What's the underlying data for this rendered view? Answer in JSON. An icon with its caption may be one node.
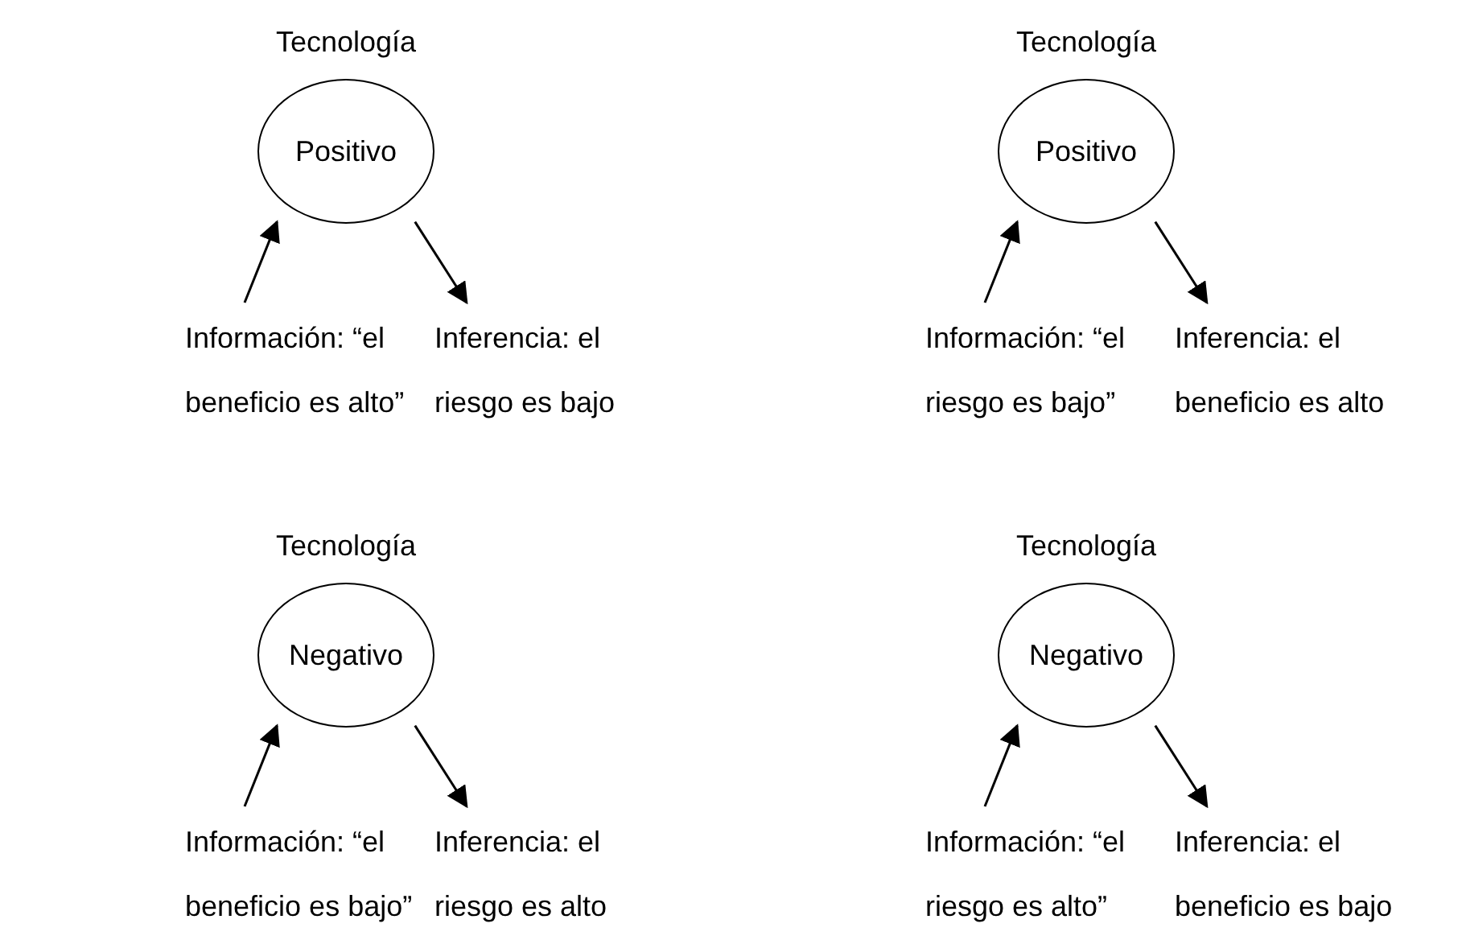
{
  "diagram": {
    "nodes": [
      {
        "text": [
          "Tecnología",
          "Positivo"
        ]
      },
      {
        "text": [
          "Información: “el beneficio es alto”"
        ]
      },
      {
        "text": [
          "Inferencia: el riesgo es bajo"
        ]
      },
      {
        "text": [
          "Tecnología",
          "Positivo"
        ]
      },
      {
        "text": [
          "Información: “el riesgo es bajo”"
        ]
      },
      {
        "text": [
          "Inferencia: el beneficio es alto"
        ]
      },
      {
        "text": [
          "Tecnología",
          "Negativo"
        ]
      },
      {
        "text": [
          "Información: “el beneficio es bajo”"
        ]
      },
      {
        "text": [
          "Inferencia: el riesgo es alto"
        ]
      },
      {
        "text": [
          "Tecnología",
          "Negativo"
        ]
      },
      {
        "text": [
          "Información: “el riesgo es alto”"
        ]
      },
      {
        "text": [
          "Inferencia: el beneficio es bajo"
        ]
      }
    ],
    "edges": [
      {
        "from": 1,
        "to": 0,
        "arrow": "to"
      },
      {
        "from": 0,
        "to": 2,
        "arrow": "to"
      },
      {
        "from": 4,
        "to": 3,
        "arrow": "to"
      },
      {
        "from": 3,
        "to": 5,
        "arrow": "to"
      },
      {
        "from": 7,
        "to": 6,
        "arrow": "to"
      },
      {
        "from": 6,
        "to": 8,
        "arrow": "to"
      },
      {
        "from": 10,
        "to": 9,
        "arrow": "to"
      },
      {
        "from": 9,
        "to": 11,
        "arrow": "to"
      }
    ]
  }
}
